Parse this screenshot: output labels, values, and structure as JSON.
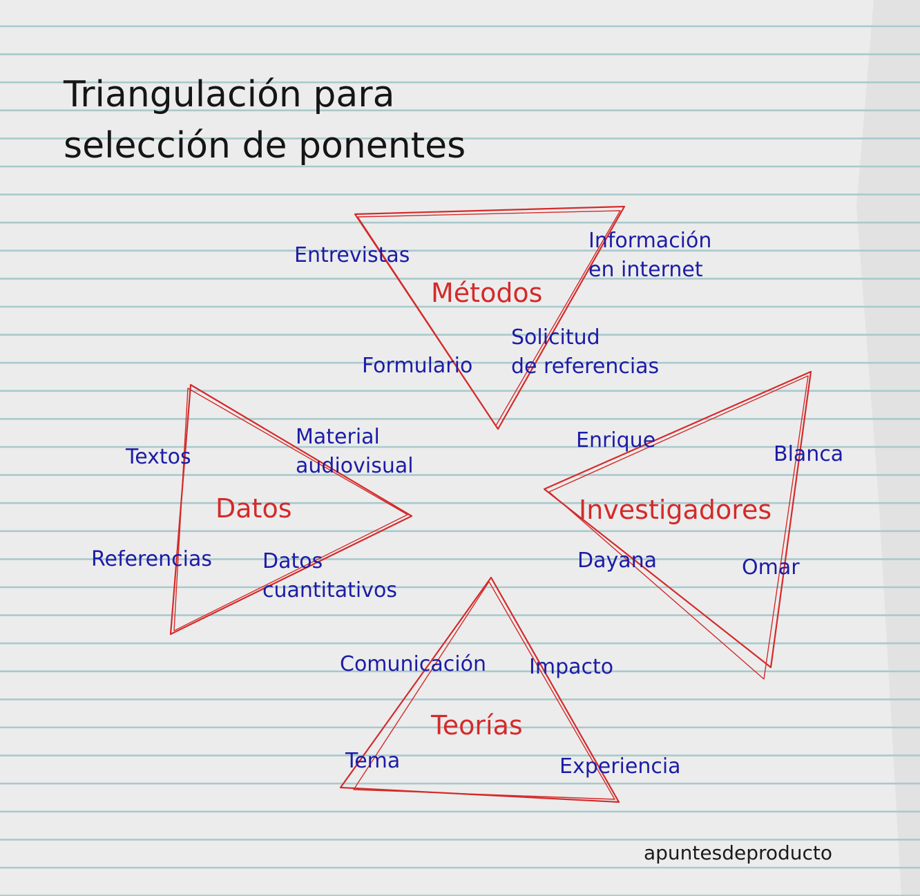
{
  "title": "Triangulación para\nselección de ponentes",
  "colors": {
    "paper": "#ececec",
    "rule_lines": "#a9c9cc",
    "triangles": "#d42a2a",
    "headings": "#d42a2a",
    "items": "#1c1ca6",
    "title": "#151515"
  },
  "groups": [
    {
      "heading": "Métodos",
      "items": [
        "Entrevistas",
        "Información\nen internet",
        "Formulario",
        "Solicitud\nde referencias"
      ]
    },
    {
      "heading": "Datos",
      "items": [
        "Textos",
        "Material\naudiovisual",
        "Referencias",
        "Datos\ncuantitativos"
      ]
    },
    {
      "heading": "Investigadores",
      "items": [
        "Enrique",
        "Blanca",
        "Dayana",
        "Omar"
      ]
    },
    {
      "heading": "Teorías",
      "items": [
        "Comunicación",
        "Impacto",
        "Tema",
        "Experiencia"
      ]
    }
  ],
  "signature": "apuntesdeproducto"
}
